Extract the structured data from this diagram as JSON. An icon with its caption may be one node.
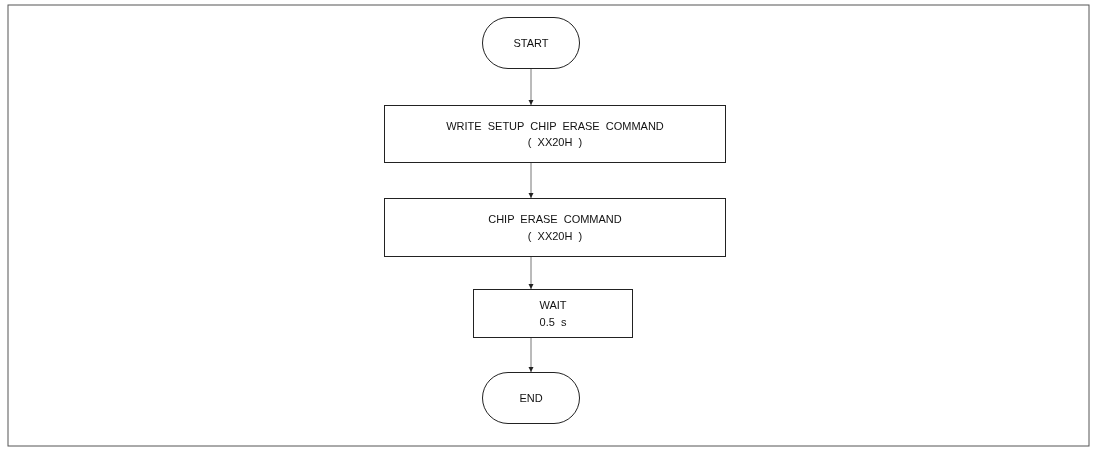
{
  "diagram": {
    "nodes": [
      {
        "text": [
          "START"
        ]
      },
      {
        "text": [
          "WRITE SETUP CHIP ERASE COMMAND",
          "( XX20H )"
        ]
      },
      {
        "text": [
          "CHIP ERASE COMMAND",
          "( XX20H )"
        ]
      },
      {
        "text": [
          "WAIT",
          "0.5 s"
        ]
      },
      {
        "text": [
          "END"
        ]
      }
    ],
    "edges": [
      {
        "from": 0,
        "to": 1,
        "arrow": "to"
      },
      {
        "from": 1,
        "to": 2,
        "arrow": "to"
      },
      {
        "from": 2,
        "to": 3,
        "arrow": "to"
      },
      {
        "from": 3,
        "to": 4,
        "arrow": "to"
      }
    ]
  }
}
